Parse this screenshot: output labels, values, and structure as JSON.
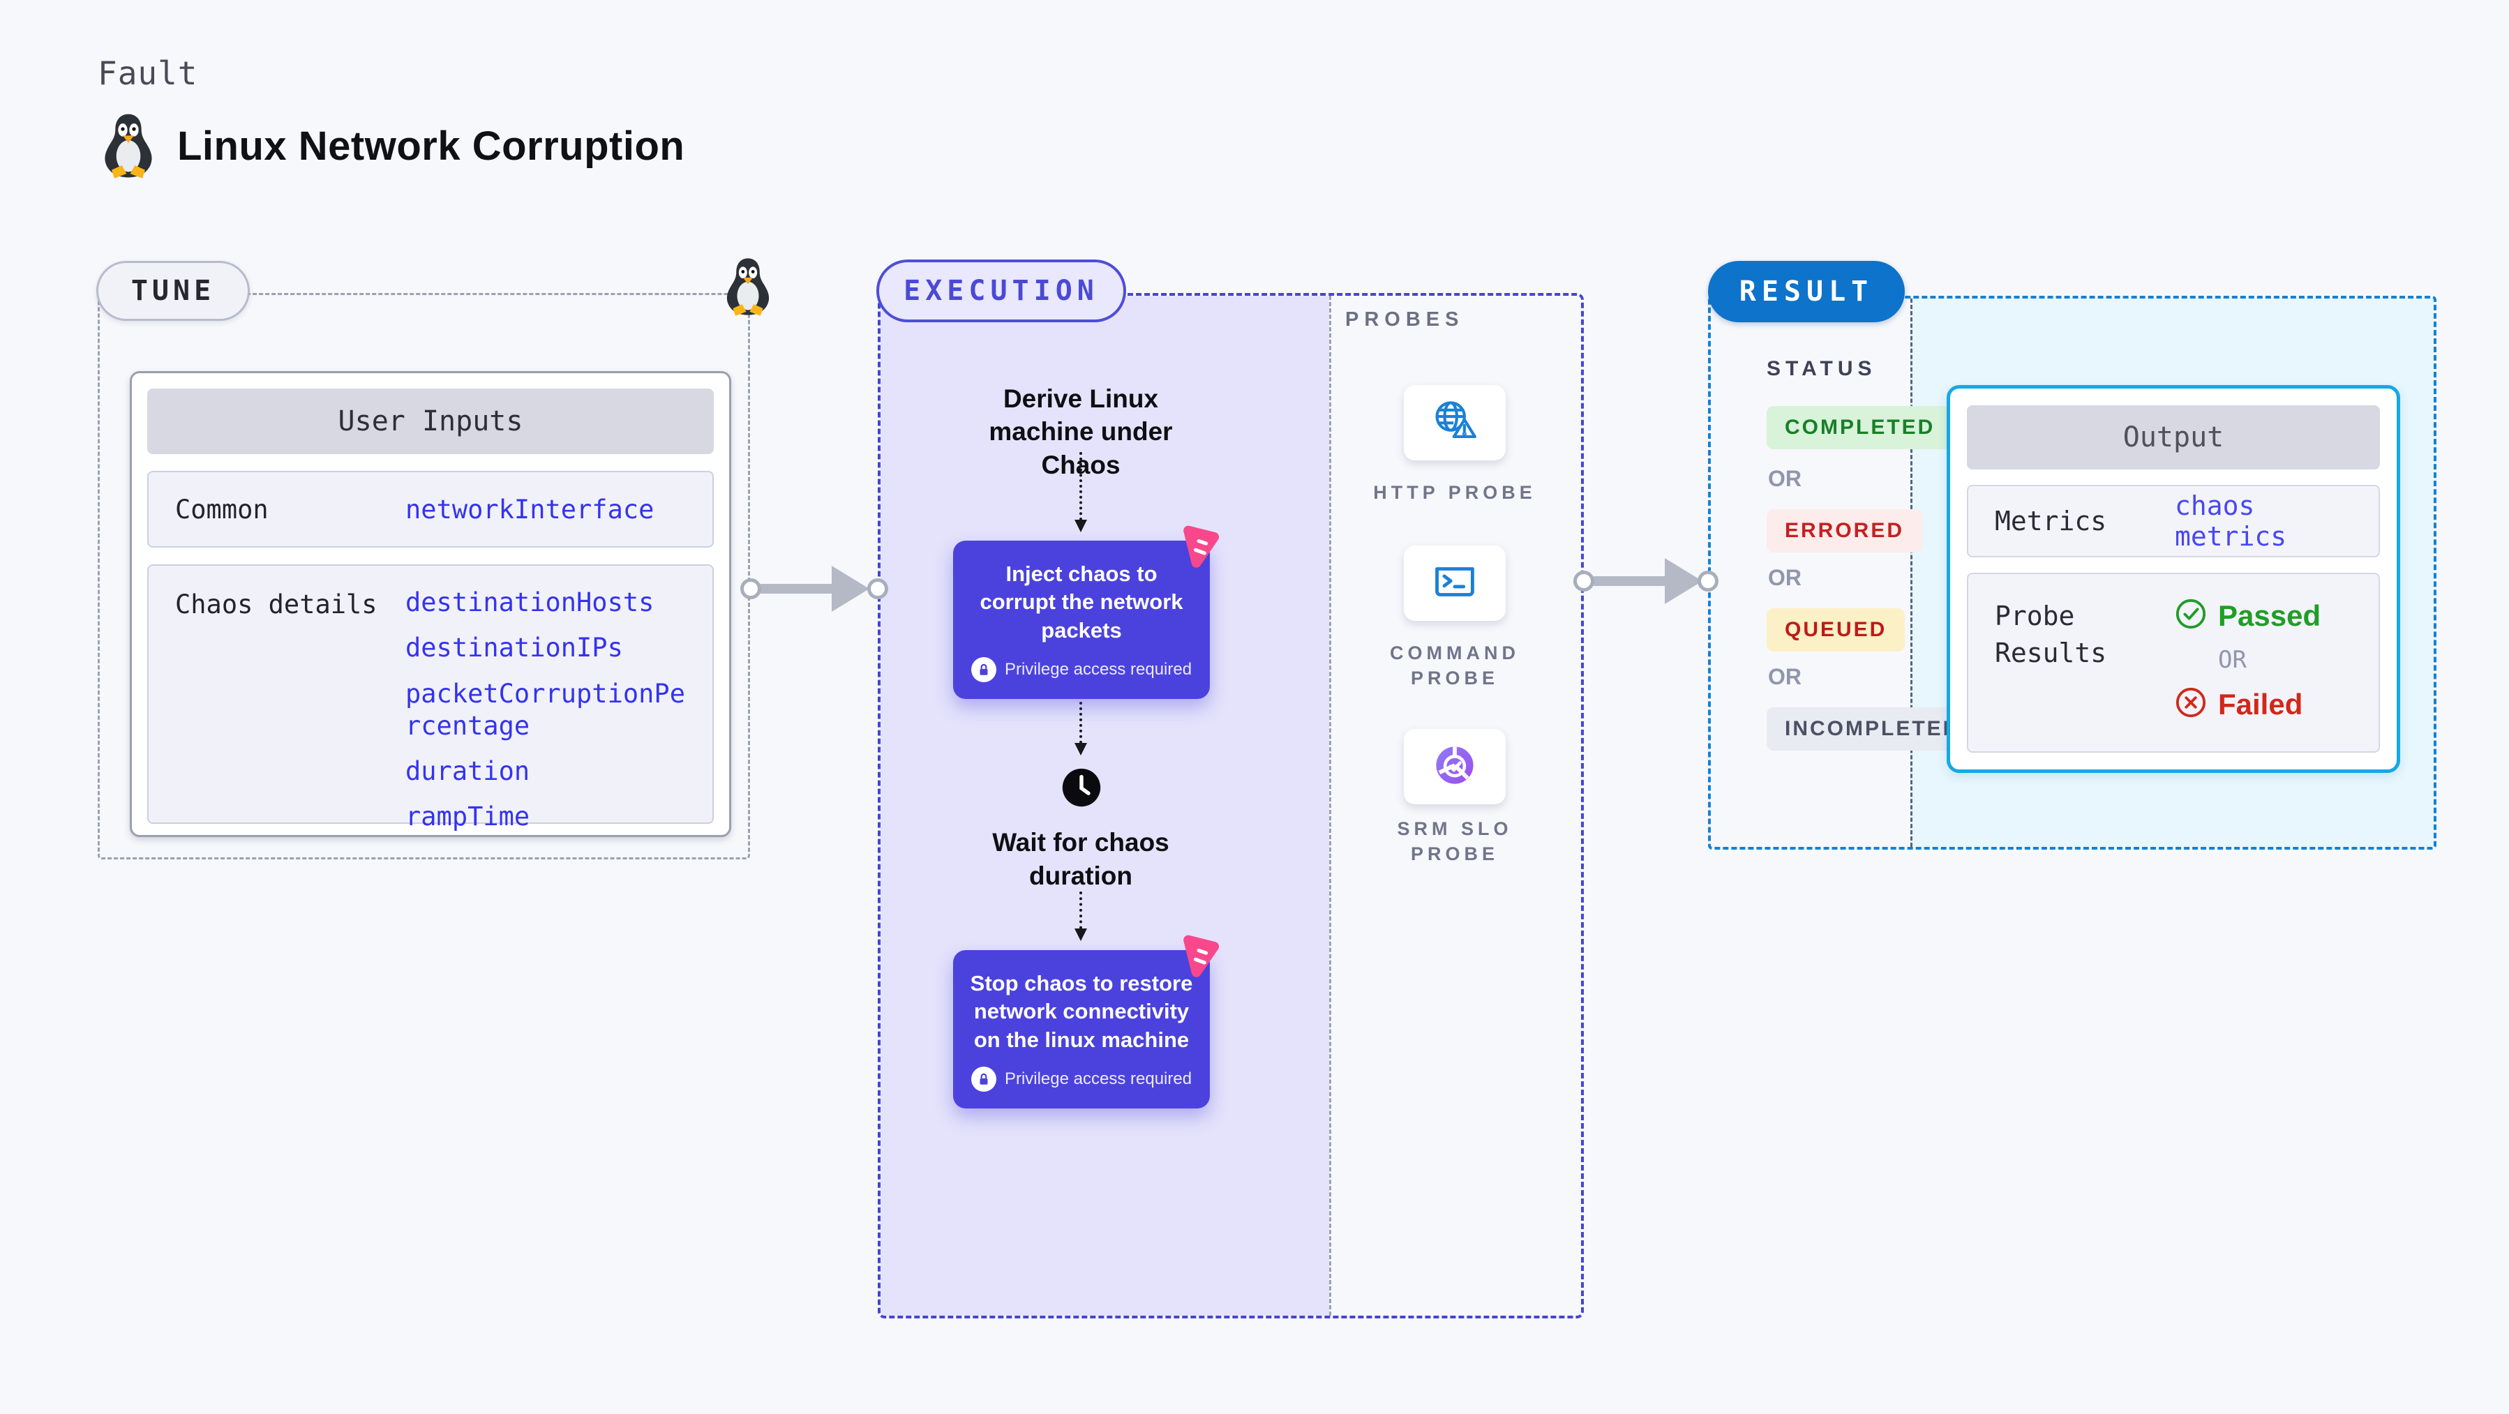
{
  "page": {
    "kicker": "Fault",
    "title": "Linux Network Corruption"
  },
  "tune": {
    "badge": "TUNE",
    "table_header": "User Inputs",
    "rows": [
      {
        "label": "Common",
        "values": [
          "networkInterface"
        ]
      },
      {
        "label": "Chaos details",
        "values": [
          "destinationHosts",
          "destinationIPs",
          "packetCorruptionPercentage",
          "duration",
          "rampTime"
        ]
      }
    ]
  },
  "execution": {
    "badge": "EXECUTION",
    "derive_step": "Derive Linux machine under Chaos",
    "inject_step": "Inject chaos to corrupt the network packets",
    "privilege_note": "Privilege access required",
    "wait_step": "Wait for chaos duration",
    "stop_step": "Stop chaos to restore network connectivity on the linux machine"
  },
  "probes": {
    "title": "PROBES",
    "items": [
      {
        "label": "HTTP PROBE",
        "icon": "globe-warning-icon"
      },
      {
        "label": "COMMAND PROBE",
        "icon": "terminal-icon"
      },
      {
        "label": "SRM SLO PROBE",
        "icon": "pie-check-icon"
      }
    ]
  },
  "result": {
    "badge": "RESULT",
    "status_title": "STATUS",
    "or_label": "OR",
    "statuses": [
      {
        "label": "COMPLETED",
        "type": "completed"
      },
      {
        "label": "ERRORED",
        "type": "errored"
      },
      {
        "label": "QUEUED",
        "type": "queued"
      },
      {
        "label": "INCOMPLETED",
        "type": "incompleted"
      }
    ],
    "output": {
      "header": "Output",
      "metrics_label": "Metrics",
      "metrics_value": "chaos metrics",
      "probe_results_label": "Probe Results",
      "passed_label": "Passed",
      "failed_label": "Failed",
      "or_label": "OR"
    }
  },
  "colors": {
    "page_bg": "#f7f8fc",
    "indigo_card": "#4b42dd",
    "indigo_border": "#4745d0",
    "lavender_panel": "#e4e3fb",
    "link_blue": "#3533ee",
    "result_pill_blue": "#0d73cb",
    "output_border_cyan": "#14a9e4",
    "result_panel_blue": "#e8f6fd",
    "chaos_logo_pink": "#f8488b",
    "passed_green": "#1f9e27",
    "failed_red": "#d2281a",
    "probe_icon_blue": "#1b80d8",
    "arrow_gray": "#b5b9c6"
  }
}
